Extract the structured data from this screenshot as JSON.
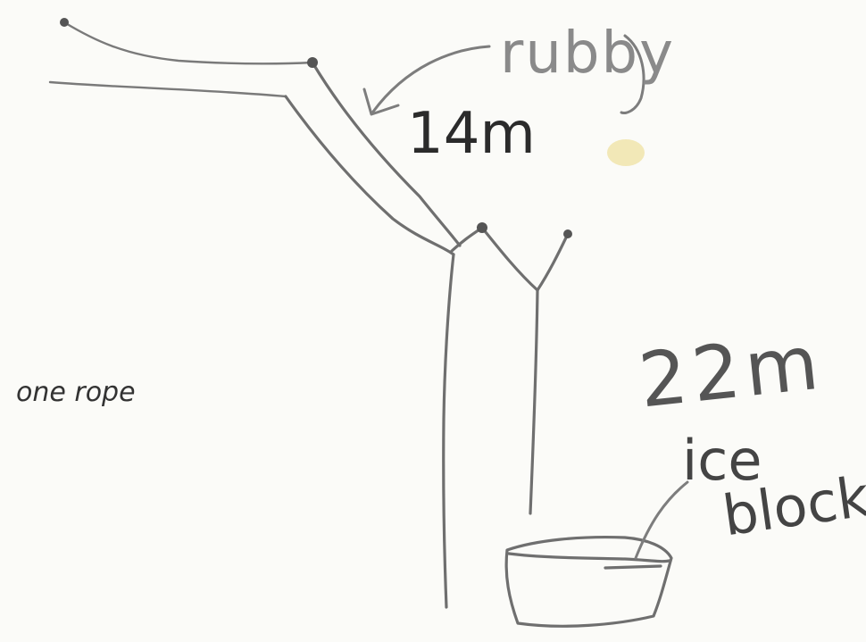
{
  "labels": {
    "rubby": "rubby",
    "length_top": "14m",
    "length_bottom": "22m",
    "ice": "ice",
    "block": "block",
    "rope_note": "one rope"
  },
  "colors": {
    "paper": "#fbfbf8",
    "pencil": "#6f6f6f",
    "smudge": "#f0e4a6"
  }
}
